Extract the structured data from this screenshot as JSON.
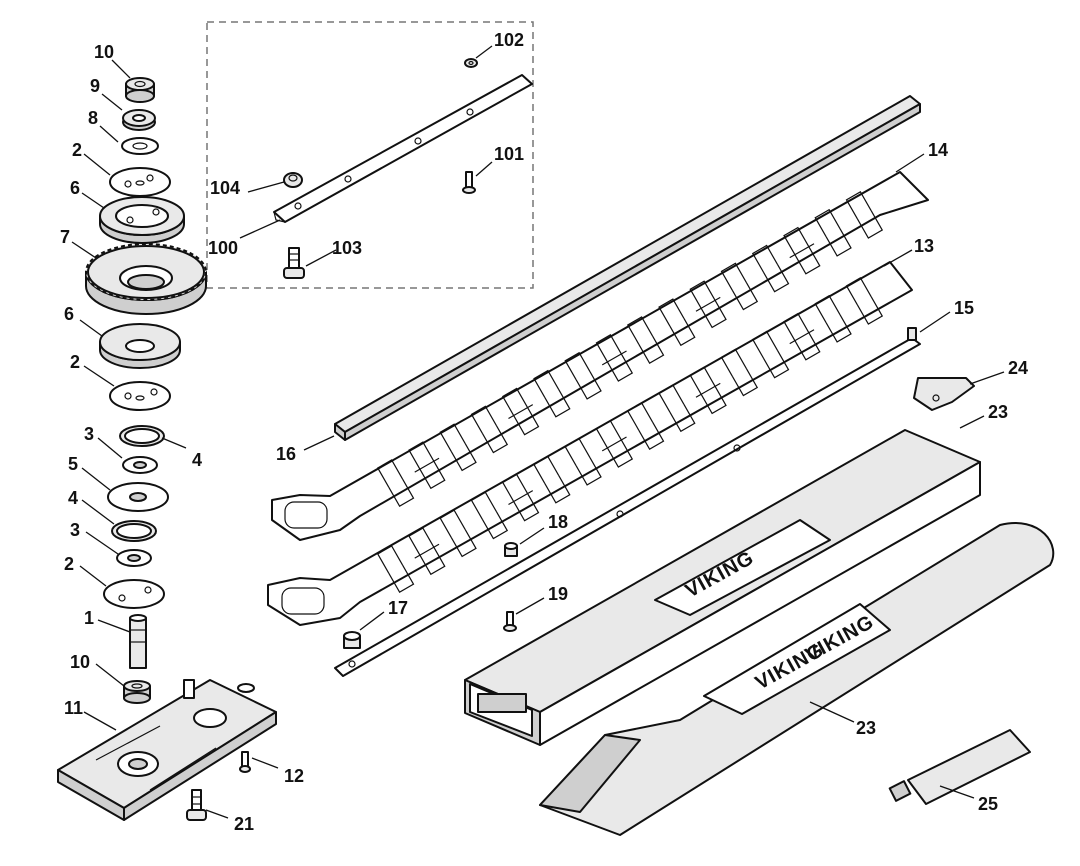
{
  "diagram": {
    "callouts": [
      {
        "id": "c10a",
        "label": "10"
      },
      {
        "id": "c9",
        "label": "9"
      },
      {
        "id": "c8",
        "label": "8"
      },
      {
        "id": "c2a",
        "label": "2"
      },
      {
        "id": "c6a",
        "label": "6"
      },
      {
        "id": "c7",
        "label": "7"
      },
      {
        "id": "c6b",
        "label": "6"
      },
      {
        "id": "c2b",
        "label": "2"
      },
      {
        "id": "c3a",
        "label": "3"
      },
      {
        "id": "c4a",
        "label": "4"
      },
      {
        "id": "c5",
        "label": "5"
      },
      {
        "id": "c4b",
        "label": "4"
      },
      {
        "id": "c3b",
        "label": "3"
      },
      {
        "id": "c2c",
        "label": "2"
      },
      {
        "id": "c1",
        "label": "1"
      },
      {
        "id": "c10b",
        "label": "10"
      },
      {
        "id": "c11",
        "label": "11"
      },
      {
        "id": "c12",
        "label": "12"
      },
      {
        "id": "c21",
        "label": "21"
      },
      {
        "id": "c102",
        "label": "102"
      },
      {
        "id": "c101",
        "label": "101"
      },
      {
        "id": "c104",
        "label": "104"
      },
      {
        "id": "c100",
        "label": "100"
      },
      {
        "id": "c103",
        "label": "103"
      },
      {
        "id": "c14",
        "label": "14"
      },
      {
        "id": "c13",
        "label": "13"
      },
      {
        "id": "c15",
        "label": "15"
      },
      {
        "id": "c24",
        "label": "24"
      },
      {
        "id": "c23a",
        "label": "23"
      },
      {
        "id": "c16",
        "label": "16"
      },
      {
        "id": "c18",
        "label": "18"
      },
      {
        "id": "c17",
        "label": "17"
      },
      {
        "id": "c19",
        "label": "19"
      },
      {
        "id": "c23b",
        "label": "23"
      },
      {
        "id": "c25",
        "label": "25"
      }
    ],
    "brand_marks": [
      "VIKING",
      "VIKING",
      "VIKING"
    ]
  }
}
